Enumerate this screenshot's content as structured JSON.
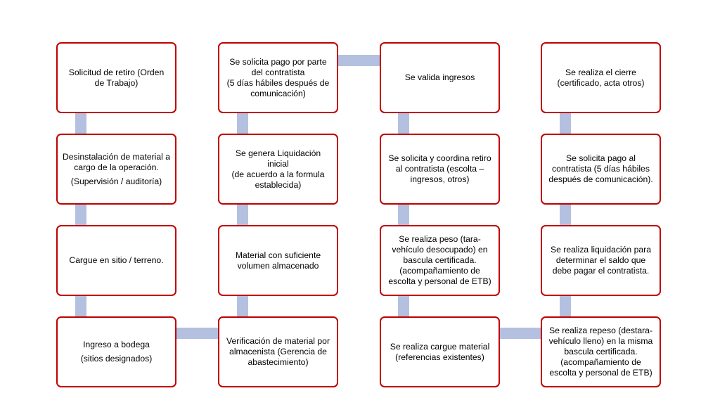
{
  "colors": {
    "border": "#c00000",
    "connector": "#b4c0e0",
    "text": "#000000",
    "background": "#ffffff"
  },
  "steps": [
    {
      "id": "c1r1",
      "lines": [
        "Solicitud de retiro (Orden",
        "de Trabajo)"
      ]
    },
    {
      "id": "c1r2",
      "lines": [
        "Desinstalación de material a",
        "cargo de la operación.",
        "(Supervisión / auditoría)"
      ]
    },
    {
      "id": "c1r3",
      "lines": [
        "Cargue en sitio / terreno."
      ]
    },
    {
      "id": "c1r4",
      "lines": [
        "Ingreso a bodega",
        "(sitios designados)"
      ]
    },
    {
      "id": "c2r1",
      "lines": [
        "Se solicita pago por parte",
        "del contratista",
        "(5 días hábiles después de",
        "comunicación)"
      ]
    },
    {
      "id": "c2r2",
      "lines": [
        "Se genera Liquidación inicial",
        "(de acuerdo a la formula",
        "establecida)"
      ]
    },
    {
      "id": "c2r3",
      "lines": [
        "Material con suficiente",
        "volumen almacenado"
      ]
    },
    {
      "id": "c2r4",
      "lines": [
        "Verificación de material por",
        "almacenista (Gerencia de",
        "abastecimiento)"
      ]
    },
    {
      "id": "c3r1",
      "lines": [
        "Se valida ingresos"
      ]
    },
    {
      "id": "c3r2",
      "lines": [
        "Se solicita y coordina retiro",
        "al contratista (escolta –",
        "ingresos, otros)"
      ]
    },
    {
      "id": "c3r3",
      "lines": [
        "Se realiza peso (tara-",
        "vehículo desocupado) en",
        "bascula certificada.",
        "(acompañamiento de",
        "escolta y personal de ETB)"
      ]
    },
    {
      "id": "c3r4",
      "lines": [
        "Se realiza cargue material",
        "(referencias existentes)"
      ]
    },
    {
      "id": "c4r1",
      "lines": [
        "Se realiza el cierre",
        "(certificado, acta otros)"
      ]
    },
    {
      "id": "c4r2",
      "lines": [
        "Se solicita pago al",
        "contratista (5 días hábiles",
        "después de comunicación)."
      ]
    },
    {
      "id": "c4r3",
      "lines": [
        "Se realiza liquidación para",
        "determinar el saldo que",
        "debe pagar el contratista."
      ]
    },
    {
      "id": "c4r4",
      "lines": [
        "Se realiza repeso (destara-",
        "vehículo lleno) en la misma",
        "bascula certificada.",
        "(acompañamiento de",
        "escolta y personal de ETB)"
      ]
    }
  ]
}
